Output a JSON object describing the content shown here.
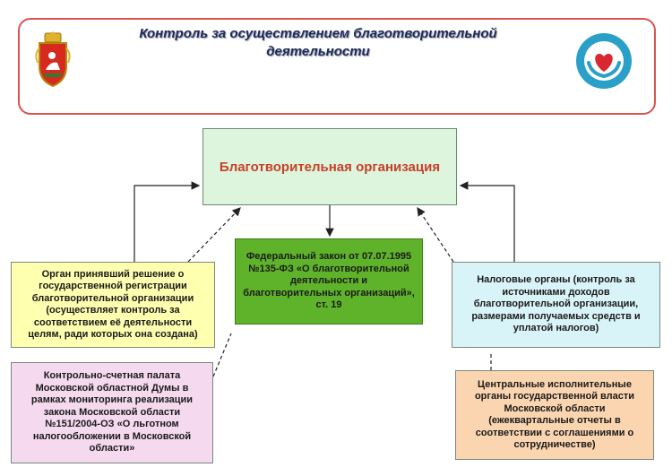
{
  "header": {
    "title": "Контроль за осуществлением благотворительной деятельности"
  },
  "nodes": {
    "organization": "Благотворительная организация",
    "law": "Федеральный закон от 07.07.1995 №135-ФЗ «О благотворительной деятельности и благотворительных организаций», ст. 19",
    "registration_body": "Орган принявший решение о государственной регистрации благотворительной организации (осуществляет контроль за соответствием её деятельности целям, ради которых она создана)",
    "tax_bodies": "Налоговые органы (контроль за источниками доходов благотворительной организации, размерами получаемых средств и уплатой налогов)",
    "audit_chamber": "Контрольно-счетная палата Московской областной Думы в рамках мониторинга реализации закона Московской области №151/2004-ОЗ «О льготном налогообложении в Московской области»",
    "executive_bodies": "Центральные исполнительные органы государственной власти Московской области (ежеквартальные отчеты в соответствии с соглашениями о сотрудничестве)"
  },
  "icons": {
    "left_logo": "moscow-region-coat-of-arms-icon",
    "right_logo": "charity-heart-hands-icon"
  },
  "colors": {
    "header_border": "#d9534f",
    "organization_fill": "#ddf5dd",
    "organization_text": "#c8402a",
    "law_fill": "#5fb32a",
    "registration_fill": "#ffffb0",
    "tax_fill": "#d9f4f8",
    "audit_fill": "#f4d9ef",
    "executive_fill": "#fbd4b0"
  }
}
